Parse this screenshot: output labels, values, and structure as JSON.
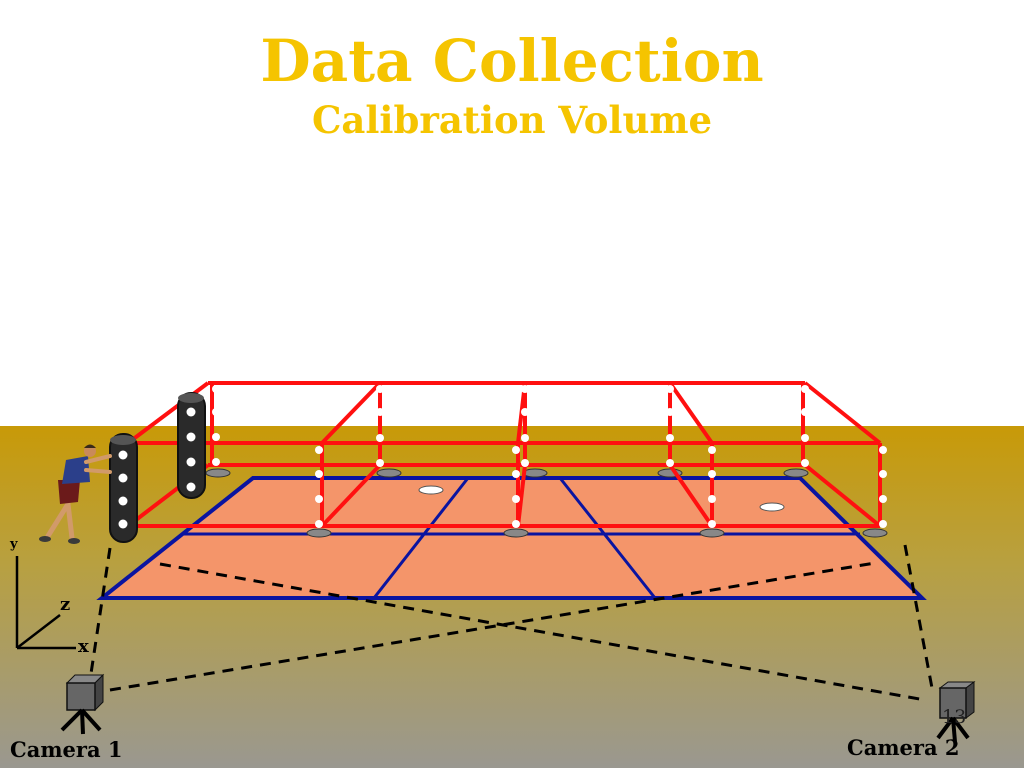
{
  "slide": {
    "title": "Data Collection",
    "subtitle": "Calibration Volume",
    "page_number": "13"
  },
  "cameras": {
    "camera1_label": "Camera 1",
    "camera2_label": "Camera 2"
  },
  "axes": {
    "y_label": "y",
    "z_label": "z",
    "x_label": "x"
  },
  "colors": {
    "title": "#f5c400",
    "frame": "#ff1010",
    "floor_fill": "#f4956a",
    "floor_outline": "#0a14a0",
    "markers": "#ffffff",
    "pole": "#222222"
  },
  "icons": [
    "camera-icon",
    "calibration-pole-icon",
    "person-figure-icon",
    "axis-icon"
  ]
}
